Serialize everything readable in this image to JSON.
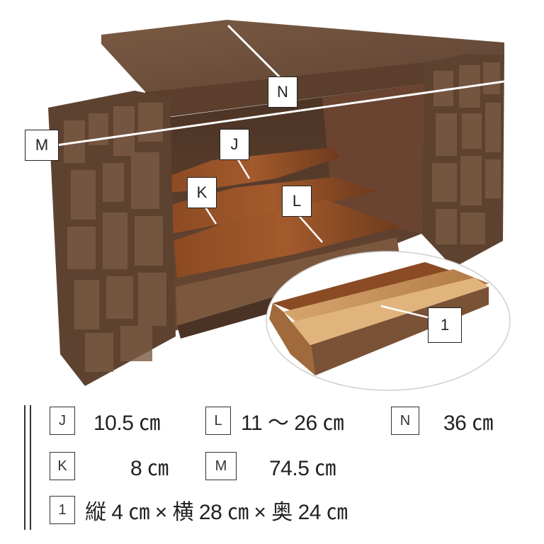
{
  "labels": {
    "N": "N",
    "M": "M",
    "J": "J",
    "K": "K",
    "L": "L",
    "one": "1"
  },
  "specs": {
    "J": {
      "key": "J",
      "value": "10.5 ㎝"
    },
    "L": {
      "key": "L",
      "value": "11 〜 26 ㎝"
    },
    "N": {
      "key": "N",
      "value": "36 ㎝"
    },
    "K": {
      "key": "K",
      "value": "8 ㎝"
    },
    "M": {
      "key": "M",
      "value": "74.5 ㎝"
    },
    "drawer": {
      "key": "1",
      "value": "縦 4 ㎝ × 横 28 ㎝ × 奥 24 ㎝"
    }
  },
  "colors": {
    "wood_dark": "#5a3d2b",
    "wood_mid": "#7a5236",
    "wood_shelf": "#8a4a24",
    "wood_light": "#c8935c"
  }
}
